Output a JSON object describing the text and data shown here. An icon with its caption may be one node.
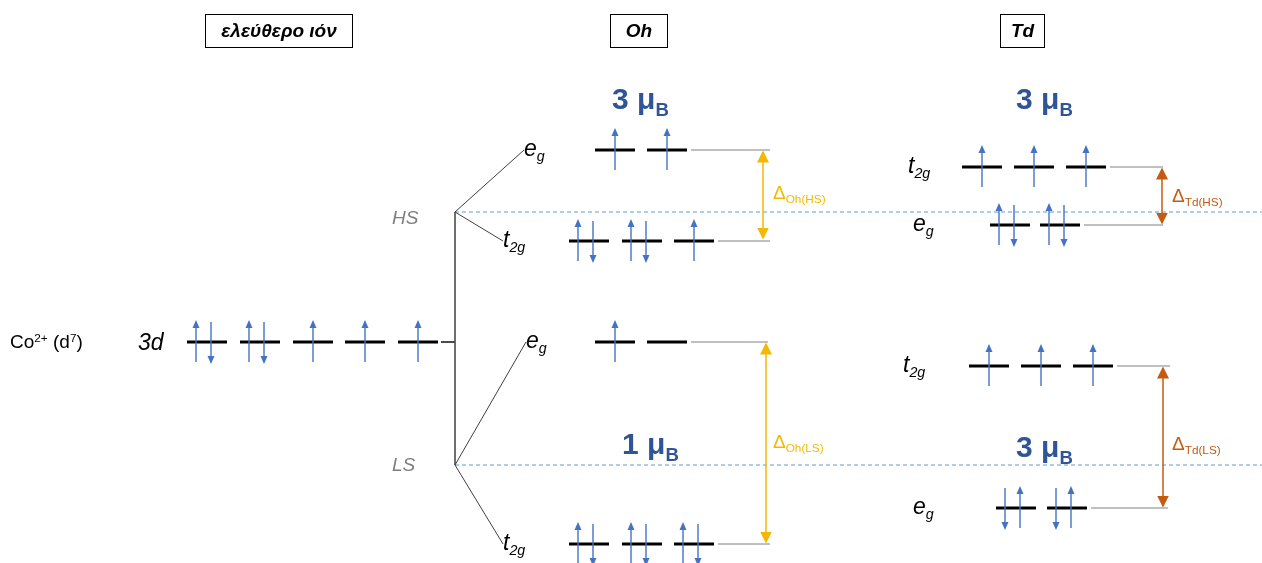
{
  "diagram": {
    "nodes": [
      {
        "text": [
          "ελεύθερο ιόν"
        ]
      },
      {
        "text": [
          "Oh"
        ]
      },
      {
        "text": [
          "Td"
        ]
      },
      {
        "text": [
          "3d"
        ]
      },
      {
        "text": [
          "e$_{g}$"
        ]
      },
      {
        "text": [
          "t$_{2g}$"
        ]
      },
      {
        "text": [
          "e$_{g}$"
        ]
      },
      {
        "text": [
          "t$_{2g}$"
        ]
      },
      {
        "text": [
          "t$_{2g}$"
        ]
      },
      {
        "text": [
          "e$_{g}$"
        ]
      },
      {
        "text": [
          "t$_{2g}$"
        ]
      },
      {
        "text": [
          "e$_{g}$"
        ]
      }
    ],
    "edges": [
      {
        "from": 3,
        "to": 4,
        "arrow": "none"
      },
      {
        "from": 3,
        "to": 5,
        "arrow": "none"
      },
      {
        "from": 3,
        "to": 6,
        "arrow": "none"
      },
      {
        "from": 3,
        "to": 7,
        "arrow": "none"
      }
    ],
    "labels": [
      "3 μ$_{B}$",
      "3 μ$_{B}$",
      "Δ$_{Oh(HS)}$",
      "Δ$_{Td(HS)}$",
      "HS",
      "Co$^{2+}$ (d$^{7}$)",
      "1 μ$_{B}$",
      "Δ$_{Oh(LS)}$",
      "3 μ$_{B}$",
      "Δ$_{Td(LS)}$",
      "LS"
    ]
  }
}
